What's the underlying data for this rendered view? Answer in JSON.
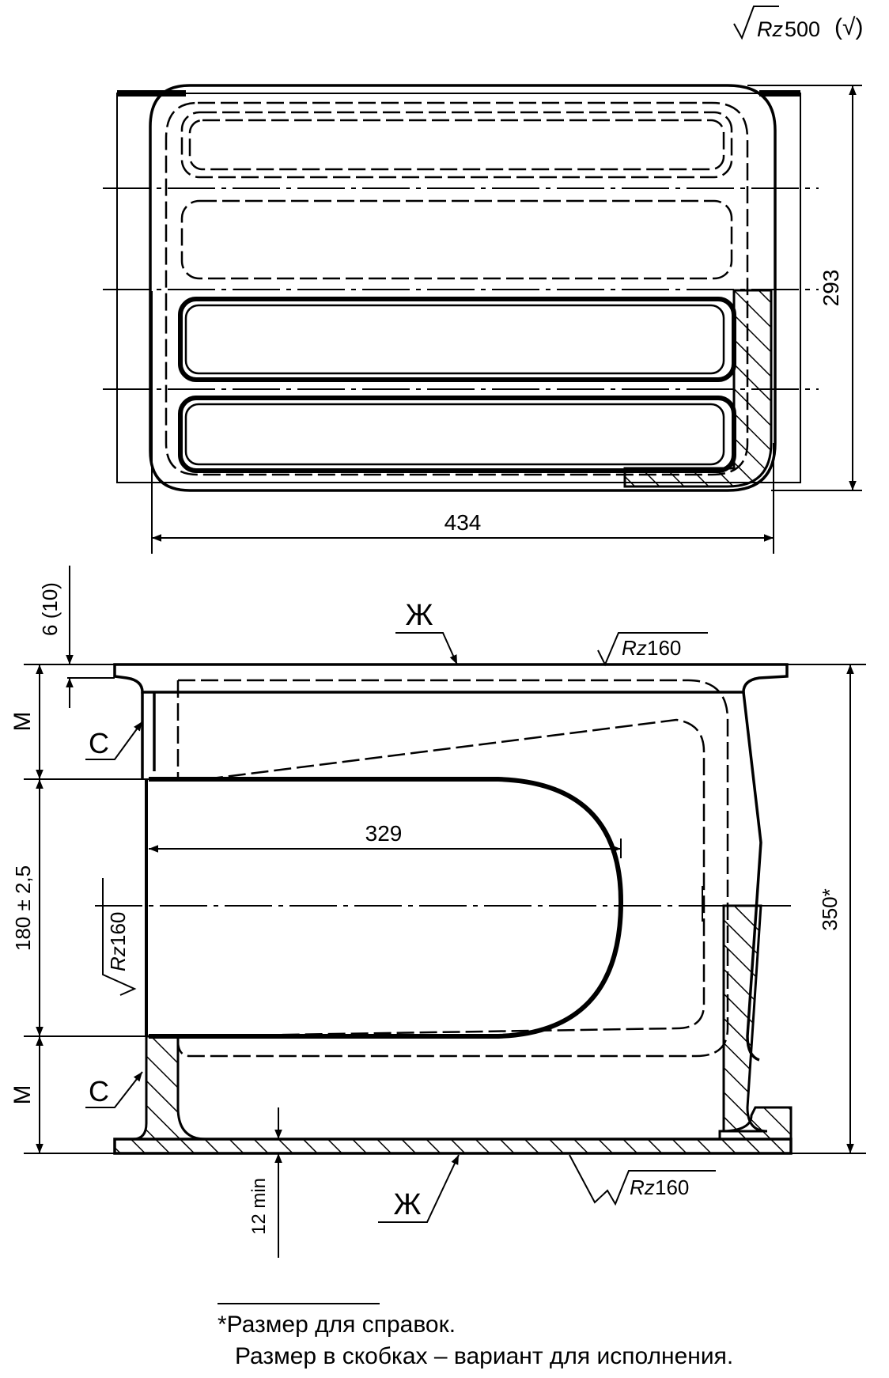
{
  "drawing": {
    "roughness_general": "Rz 500",
    "roughness_general_symbol": "(√)",
    "plan_view": {
      "dim_height": "293",
      "dim_width": "434"
    },
    "section_view": {
      "dim_flange": "6 (10)",
      "dim_upper_m": "M",
      "dim_lower_m": "M",
      "dim_opening": "180 ± 2,5",
      "dim_depth": "329",
      "dim_height": "350*",
      "dim_bottom": "12 min",
      "label_top_zh": "Ж",
      "label_bottom_zh": "Ж",
      "label_upper_c": "С",
      "label_lower_c": "С",
      "roughness_top": "Rz 160",
      "roughness_bottom": "Rz 160",
      "roughness_opening": "Rz 160"
    },
    "footnote": {
      "line1": "*Размер для справок.",
      "line2": "Размер в скобках – вариант для исполнения."
    }
  }
}
